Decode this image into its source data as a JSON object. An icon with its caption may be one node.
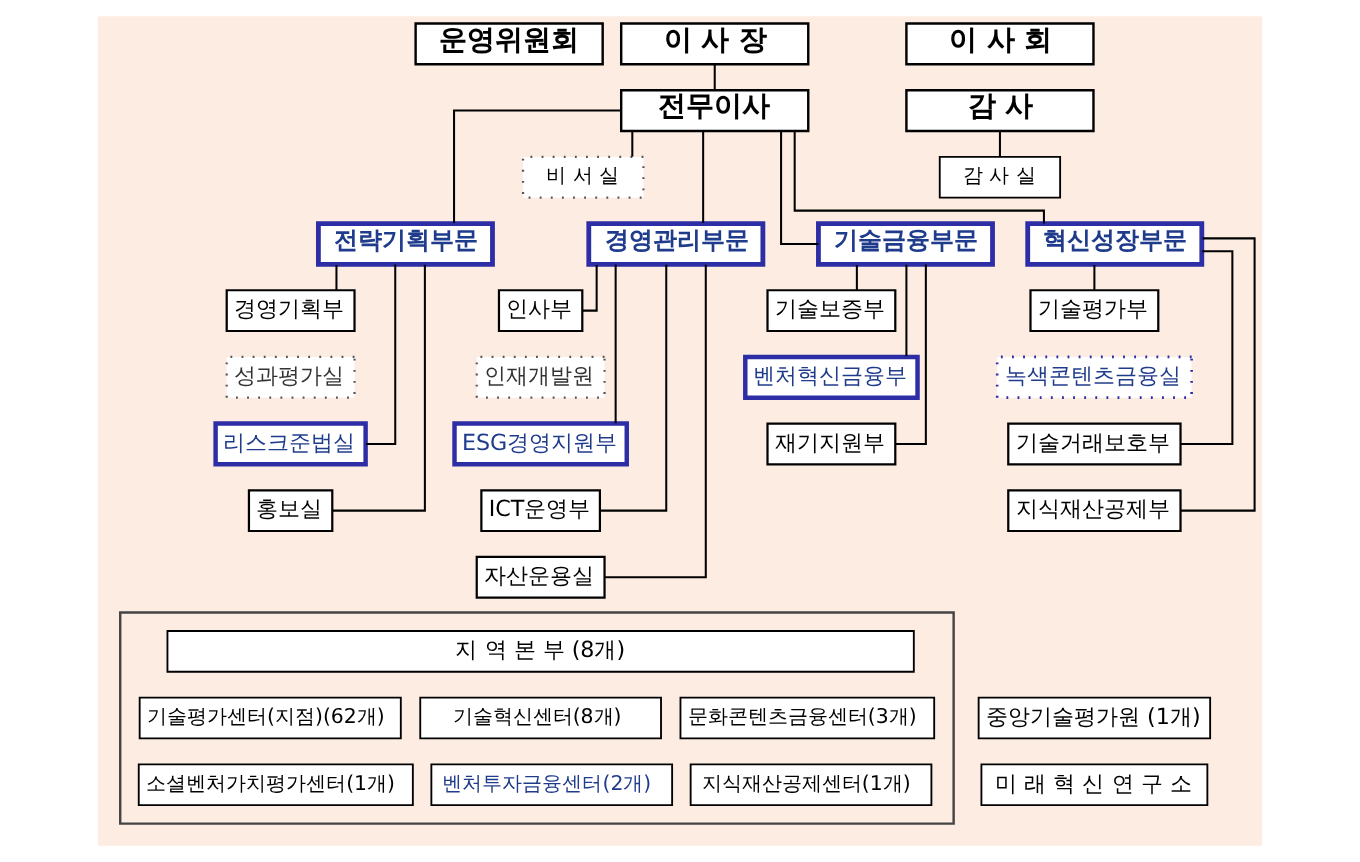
{
  "diagram": {
    "nodes": [
      {
        "text": [
          "운영위원회"
        ]
      },
      {
        "text": [
          "이 사 장"
        ]
      },
      {
        "text": [
          "이 사 회"
        ]
      },
      {
        "text": [
          "전무이사"
        ]
      },
      {
        "text": [
          "감 사"
        ]
      },
      {
        "text": [
          "비 서 실"
        ]
      },
      {
        "text": [
          "감 사 실"
        ]
      },
      {
        "text": [
          "전략기획부문"
        ]
      },
      {
        "text": [
          "경영관리부문"
        ]
      },
      {
        "text": [
          "기술금융부문"
        ]
      },
      {
        "text": [
          "혁신성장부문"
        ]
      },
      {
        "text": [
          "경영기획부"
        ]
      },
      {
        "text": [
          "성과평가실"
        ]
      },
      {
        "text": [
          "리스크준법실"
        ]
      },
      {
        "text": [
          "홍보실"
        ]
      },
      {
        "text": [
          "인사부"
        ]
      },
      {
        "text": [
          "인재개발원"
        ]
      },
      {
        "text": [
          "ESG경영지원부"
        ]
      },
      {
        "text": [
          "ICT운영부"
        ]
      },
      {
        "text": [
          "자산운용실"
        ]
      },
      {
        "text": [
          "기술보증부"
        ]
      },
      {
        "text": [
          "벤처혁신금융부"
        ]
      },
      {
        "text": [
          "재기지원부"
        ]
      },
      {
        "text": [
          "기술평가부"
        ]
      },
      {
        "text": [
          "녹색콘텐츠금융실"
        ]
      },
      {
        "text": [
          "기술거래보호부"
        ]
      },
      {
        "text": [
          "지식재산공제부"
        ]
      },
      {
        "text": [],
        "shape": "box"
      },
      {
        "text": [
          "지 역 본 부 (8개)"
        ],
        "in": 27
      },
      {
        "text": [
          "기술평가센터(지점)(62개)"
        ],
        "in": 27
      },
      {
        "text": [
          "기술혁신센터(8개)"
        ],
        "in": 27
      },
      {
        "text": [
          "문화콘텐츠금융센터(3개)"
        ],
        "in": 27
      },
      {
        "text": [
          "소셜벤처가치평가센터(1개)"
        ],
        "in": 27
      },
      {
        "text": [
          "벤처투자금융센터(2개)"
        ],
        "in": 27
      },
      {
        "text": [
          "지식재산공제센터(1개)"
        ],
        "in": 27
      },
      {
        "text": [
          "중앙기술평가원 (1개)"
        ]
      },
      {
        "text": [
          "미 래 혁 신 연 구 소"
        ]
      }
    ],
    "edges": [
      {
        "from": 1,
        "to": 3,
        "arrow": "none"
      },
      {
        "from": 3,
        "to": 5,
        "arrow": "none"
      },
      {
        "from": 3,
        "to": 7,
        "arrow": "none"
      },
      {
        "from": 3,
        "to": 8,
        "arrow": "none"
      },
      {
        "from": 3,
        "to": 9,
        "arrow": "none"
      },
      {
        "from": 3,
        "to": 10,
        "arrow": "none"
      },
      {
        "from": 4,
        "to": 6,
        "arrow": "none"
      },
      {
        "from": 7,
        "to": 11,
        "arrow": "none"
      },
      {
        "from": 7,
        "to": 13,
        "arrow": "none"
      },
      {
        "from": 7,
        "to": 14,
        "arrow": "none"
      },
      {
        "from": 8,
        "to": 15,
        "arrow": "none"
      },
      {
        "from": 8,
        "to": 17,
        "arrow": "none"
      },
      {
        "from": 8,
        "to": 18,
        "arrow": "none"
      },
      {
        "from": 8,
        "to": 19,
        "arrow": "none"
      },
      {
        "from": 9,
        "to": 20,
        "arrow": "none"
      },
      {
        "from": 9,
        "to": 21,
        "arrow": "none"
      },
      {
        "from": 9,
        "to": 22,
        "arrow": "none"
      },
      {
        "from": 10,
        "to": 23,
        "arrow": "none"
      },
      {
        "from": 10,
        "to": 25,
        "arrow": "none"
      },
      {
        "from": 10,
        "to": 26,
        "arrow": "none"
      }
    ]
  }
}
